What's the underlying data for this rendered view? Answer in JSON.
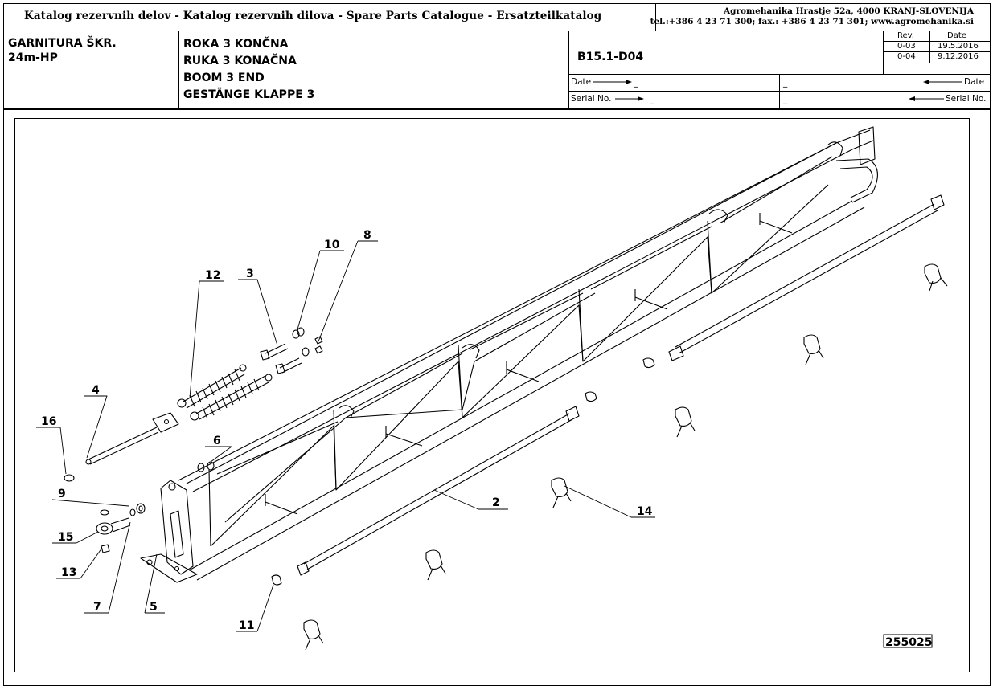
{
  "header": {
    "catalog_title": "Katalog rezervnih delov - Katalog rezervnih dilova - Spare Parts Catalogue - Ersatzteilkatalog",
    "company_line1": "Agromehanika Hrastje 52a, 4000 KRANJ-SLOVENIJA",
    "company_line2": "tel.:+386 4 23 71 300; fax.: +386 4 23 71 301; www.agromehanika.si",
    "model_line1": "GARNITURA ŠKR.",
    "model_line2": "24m-HP",
    "part_names": [
      "ROKA 3 KONČNA",
      "RUKA 3 KONAČNA",
      "BOOM 3 END",
      "GESTÄNGE KLAPPE 3"
    ],
    "drawing_code": "B15.1-D04",
    "rev_header": "Rev.",
    "date_header": "Date",
    "revisions": [
      {
        "rev": "0-03",
        "date": "19.5.2016"
      },
      {
        "rev": "0-04",
        "date": "9.12.2016"
      }
    ],
    "date_label_left": "Date",
    "date_label_right": "Date",
    "serial_label_left": "Serial No.",
    "serial_label_right": "Serial No.",
    "blank": "_"
  },
  "drawing": {
    "part_numbers": [
      "2",
      "3",
      "4",
      "5",
      "6",
      "7",
      "8",
      "9",
      "10",
      "11",
      "12",
      "13",
      "14",
      "15",
      "16"
    ],
    "drawing_id": "255025"
  },
  "colors": {
    "ink": "#000000",
    "paper": "#ffffff"
  }
}
